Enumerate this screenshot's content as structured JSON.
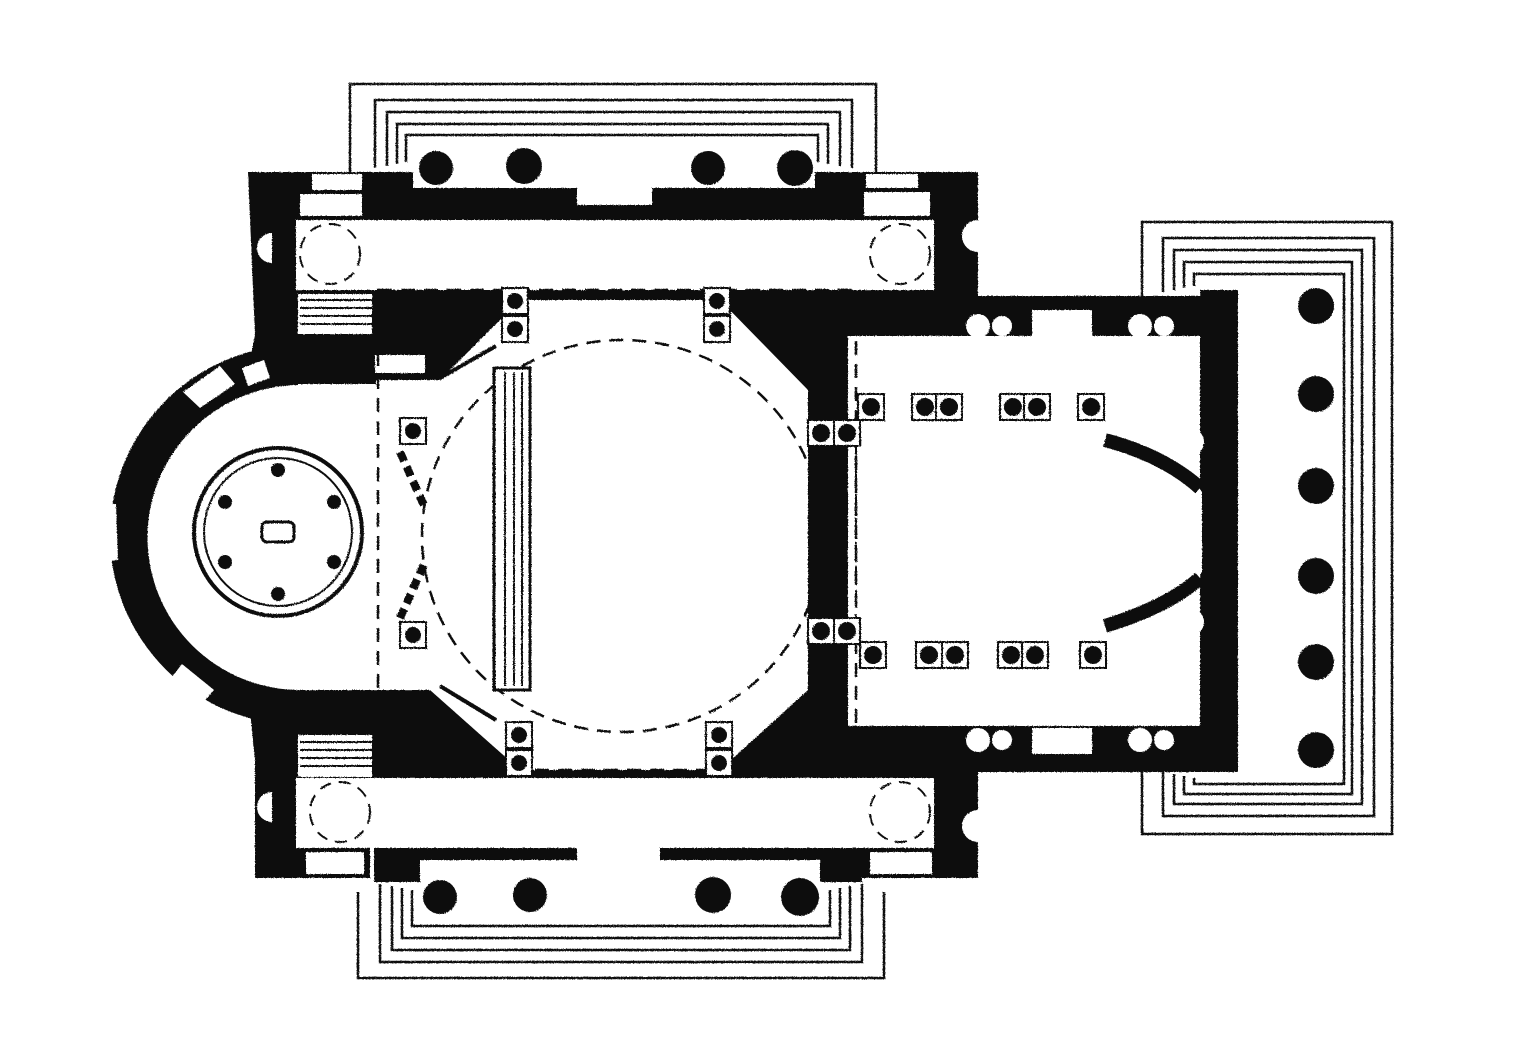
{
  "drawing": {
    "ink_color": "#111111",
    "paper_color": "#ffffff",
    "style": "architectural floor plan, black poché walls with white interior spaces",
    "elements": [
      "north-portico",
      "south-portico",
      "east-portico",
      "west-apse",
      "central-dome",
      "east-nave",
      "apse-rotunda"
    ]
  }
}
